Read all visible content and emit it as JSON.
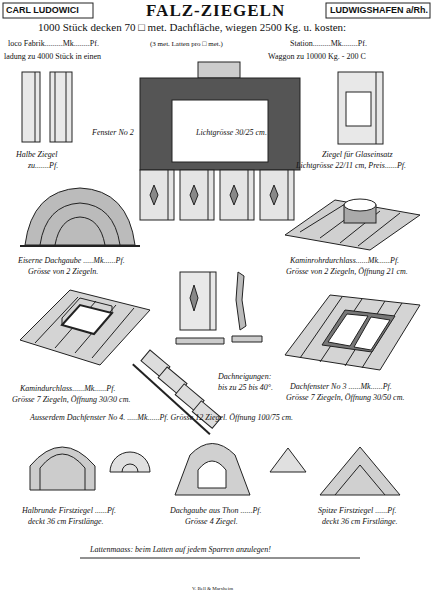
{
  "diagram": {
    "title": "FALZ-ZIEGELN",
    "labels": [
      "CARL LUDOWICI",
      "LUDWIGSHAFEN a/Rh.",
      "1000 Stück decken 70 □ met. Dachfläche, wiegen 2500 Kg. u. kosten:",
      "loco Fabrik.........Mk........Pf.",
      "(3 met. Latten pro □ met.)",
      "Station.........Mk........Pf.",
      "ladung zu 4000 Stück in einen",
      "Waggon zu 10000 Kg. - 200 C",
      "Fenster No 2",
      "Lichtgrösse 30/25 cm.",
      "Halbe Ziegel",
      "zu.......Pf.",
      "Ziegel für Glaseinsatz",
      "Lichtgrösse 22/11 cm, Preis......Pf.",
      "Eiserne Dachgaube .....Mk......Pf.",
      "Grösse von 2 Ziegeln.",
      "Kaminrohrdurchlass......Mk......Pf.",
      "Grösse von 2 Ziegeln, Öffnung 21 cm.",
      "Kamindurchlass......Mk......Pf.",
      "Grösse 7 Ziegeln, Öffnung 30/30 cm.",
      "Dachneigungen:",
      "bis zu 25 bis 40°.",
      "Dachfenster No 3 ......Mk......Pf.",
      "Grösse 7 Ziegeln, Öffnung 30/50 cm.",
      "Ausserdem Dachfenster No 4. .....Mk......Pf. Grösse 12 Ziegel. Öffnung 100/75 cm.",
      "Halbrunde Firstziegel ......Pf.",
      "deckt 36 cm Firstlänge.",
      "Dachgaube aus Thon ......Pf.",
      "Grösse 4 Ziegel.",
      "Spitze Firstziegel ......Pf.",
      "deckt 36 cm Firstlänge.",
      "Lattenmaass: beim Latten auf jedem Sparren anzulegen!",
      "V. Bell & Marxheim"
    ]
  }
}
